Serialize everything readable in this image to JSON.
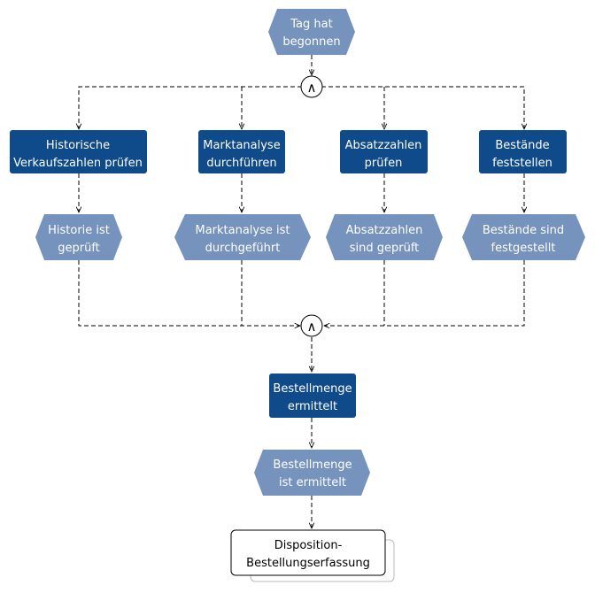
{
  "start_event": {
    "line1": "Tag hat",
    "line2": "begonnen"
  },
  "functions": [
    {
      "line1": "Historische",
      "line2": "Verkaufszahlen prüfen"
    },
    {
      "line1": "Marktanalyse",
      "line2": "durchführen"
    },
    {
      "line1": "Absatzzahlen",
      "line2": "prüfen"
    },
    {
      "line1": "Bestände",
      "line2": "feststellen"
    }
  ],
  "events": [
    {
      "line1": "Historie ist",
      "line2": "geprüft"
    },
    {
      "line1": "Marktanalyse ist",
      "line2": "durchgeführt"
    },
    {
      "line1": "Absatzzahlen",
      "line2": "sind geprüft"
    },
    {
      "line1": "Bestände sind",
      "line2": "festgestellt"
    }
  ],
  "final_function": {
    "line1": "Bestellmenge",
    "line2": "ermittelt"
  },
  "final_event": {
    "line1": "Bestellmenge",
    "line2": "ist ermittelt"
  },
  "process_interface": {
    "line1": "Disposition-",
    "line2": "Bestellungserfassung"
  },
  "connectors": {
    "split_symbol": "∧",
    "join_symbol": "∧"
  },
  "colors": {
    "function_fill": "#0f4a8a",
    "event_fill": "#7593bd",
    "line": "#000000",
    "text_light": "#ffffff",
    "text_dark": "#000000"
  }
}
